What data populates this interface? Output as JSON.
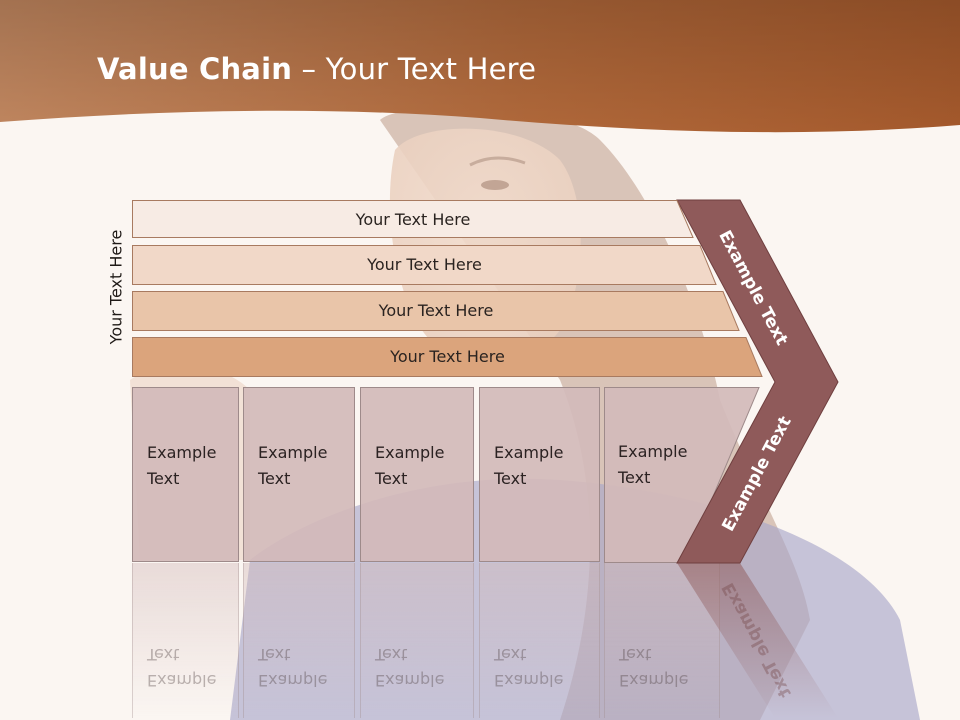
{
  "title": {
    "bold": "Value Chain",
    "rest": " – Your Text Here"
  },
  "side_label": "Your Text Here",
  "bars": [
    {
      "label": "Your Text Here"
    },
    {
      "label": "Your Text Here"
    },
    {
      "label": "Your Text Here"
    },
    {
      "label": "Your Text Here"
    }
  ],
  "boxes": [
    {
      "line1": "Example",
      "line2": "Text"
    },
    {
      "line1": "Example",
      "line2": "Text"
    },
    {
      "line1": "Example",
      "line2": "Text"
    },
    {
      "line1": "Example",
      "line2": "Text"
    },
    {
      "line1": "Example",
      "line2": "Text"
    }
  ],
  "chevron": {
    "upper": "Example Text",
    "lower": "Example Text"
  },
  "colors": {
    "header": "#b0683a",
    "bar1": "#f7ebe4",
    "bar2": "#f1d8c8",
    "bar3": "#e9c5a9",
    "bar4": "#dba47c",
    "chevron": "#8f5a5a",
    "box": "#d2baba"
  }
}
